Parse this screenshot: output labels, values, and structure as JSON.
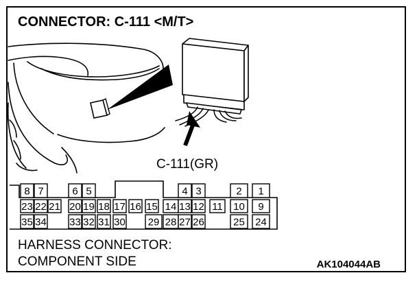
{
  "title": "CONNECTOR: C-111 <M/T>",
  "connector_label": "C-111(GR)",
  "caption": {
    "line1": "HARNESS CONNECTOR:",
    "line2": "COMPONENT SIDE"
  },
  "code": "AK104044AB",
  "pins": {
    "row1": [
      "8",
      "7",
      "6",
      "5",
      "4",
      "3",
      "2",
      "1"
    ],
    "row2": [
      "23",
      "22",
      "21",
      "20",
      "19",
      "18",
      "17",
      "16",
      "15",
      "14",
      "13",
      "12",
      "11",
      "10",
      "9"
    ],
    "row3": [
      "35",
      "34",
      "33",
      "32",
      "31",
      "30",
      "29",
      "28",
      "27",
      "26",
      "25",
      "24"
    ]
  }
}
